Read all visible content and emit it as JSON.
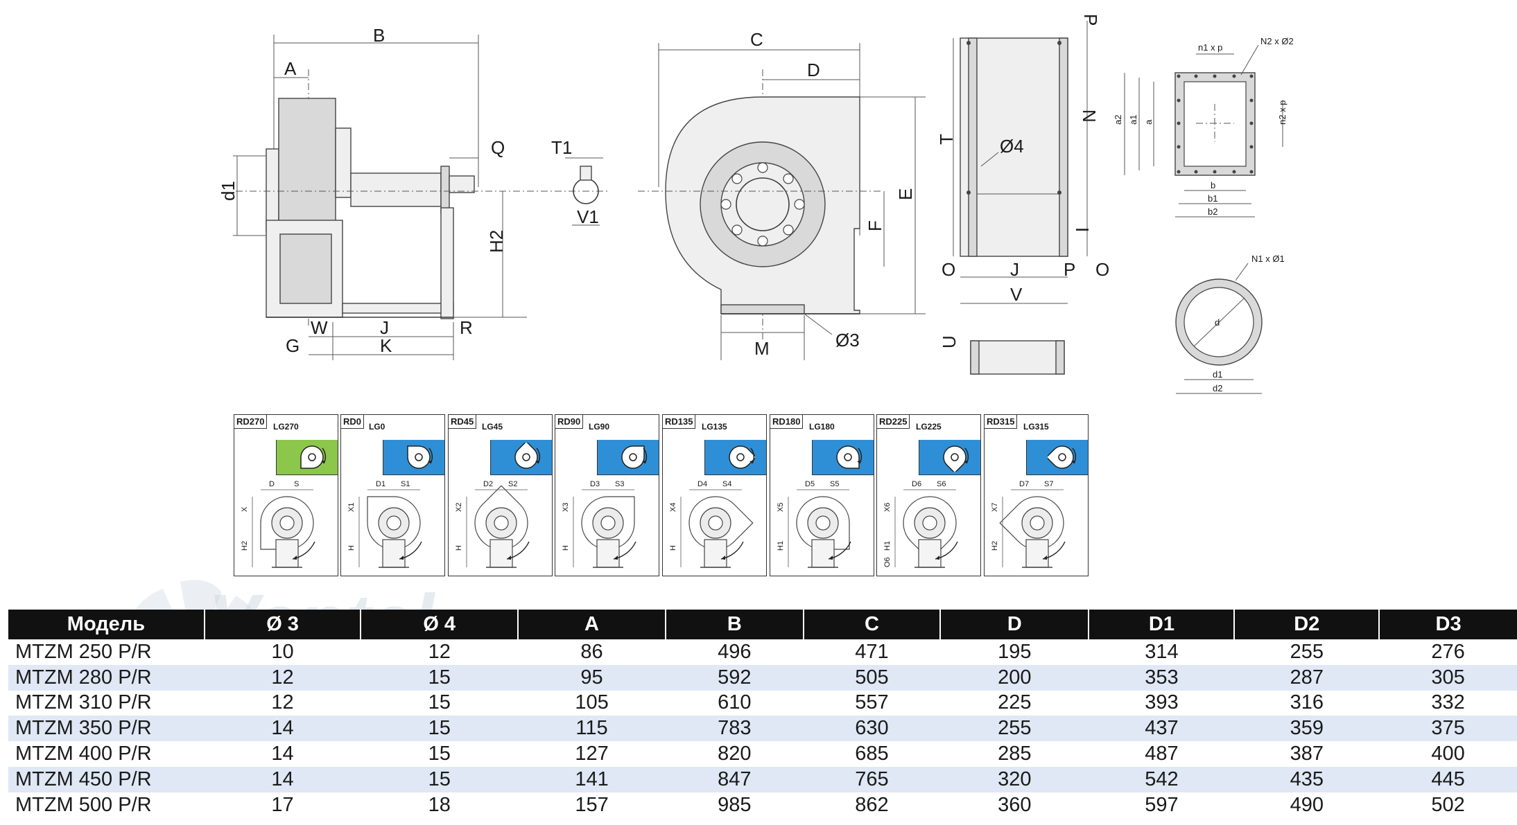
{
  "drawing_labels": {
    "side_view": [
      "B",
      "A",
      "Q",
      "T1",
      "d1",
      "H2",
      "V1",
      "W",
      "J",
      "R",
      "G",
      "K"
    ],
    "front_view": [
      "C",
      "D",
      "E",
      "F",
      "M",
      "Ø3"
    ],
    "frame_view": [
      "P",
      "N",
      "T",
      "Ø4",
      "I",
      "O",
      "J",
      "P",
      "O",
      "V",
      "U"
    ],
    "flange_rect": [
      "n1 x p",
      "N2 x Ø2",
      "a2",
      "a1",
      "a",
      "n2 x p",
      "b",
      "b1",
      "b2"
    ],
    "flange_round": [
      "N1 x Ø1",
      "d",
      "d1",
      "d2"
    ]
  },
  "variants": [
    {
      "rd": "RD270",
      "lg": "LG270",
      "color": "#8cc64b",
      "dims": [
        "D",
        "S",
        "X",
        "H2"
      ]
    },
    {
      "rd": "RD0",
      "lg": "LG0",
      "color": "#2e8fd6",
      "dims": [
        "D1",
        "S1",
        "X1",
        "H"
      ]
    },
    {
      "rd": "RD45",
      "lg": "LG45",
      "color": "#2e8fd6",
      "dims": [
        "D2",
        "S2",
        "X2",
        "H"
      ]
    },
    {
      "rd": "RD90",
      "lg": "LG90",
      "color": "#2e8fd6",
      "dims": [
        "D3",
        "S3",
        "X3",
        "H"
      ]
    },
    {
      "rd": "RD135",
      "lg": "LG135",
      "color": "#2e8fd6",
      "dims": [
        "D4",
        "S4",
        "X4",
        "H"
      ]
    },
    {
      "rd": "RD180",
      "lg": "LG180",
      "color": "#2e8fd6",
      "dims": [
        "D5",
        "S5",
        "X5",
        "H1"
      ]
    },
    {
      "rd": "RD225",
      "lg": "LG225",
      "color": "#2e8fd6",
      "dims": [
        "D6",
        "S6",
        "X6",
        "H1",
        "O6"
      ]
    },
    {
      "rd": "RD315",
      "lg": "LG315",
      "color": "#2e8fd6",
      "dims": [
        "D7",
        "S7",
        "X7",
        "H2"
      ]
    }
  ],
  "table": {
    "headers": [
      "Модель",
      "Ø 3",
      "Ø 4",
      "A",
      "B",
      "C",
      "D",
      "D1",
      "D2",
      "D3"
    ],
    "rows": [
      [
        "MTZM 250 P/R",
        "10",
        "12",
        "86",
        "496",
        "471",
        "195",
        "314",
        "255",
        "276"
      ],
      [
        "MTZM 280 P/R",
        "12",
        "15",
        "95",
        "592",
        "505",
        "200",
        "353",
        "287",
        "305"
      ],
      [
        "MTZM 310 P/R",
        "12",
        "15",
        "105",
        "610",
        "557",
        "225",
        "393",
        "316",
        "332"
      ],
      [
        "MTZM 350 P/R",
        "14",
        "15",
        "115",
        "783",
        "630",
        "255",
        "437",
        "359",
        "375"
      ],
      [
        "MTZM 400 P/R",
        "14",
        "15",
        "127",
        "820",
        "685",
        "285",
        "487",
        "387",
        "400"
      ],
      [
        "MTZM 450 P/R",
        "14",
        "15",
        "141",
        "847",
        "765",
        "320",
        "542",
        "435",
        "445"
      ],
      [
        "MTZM 500 P/R",
        "17",
        "18",
        "157",
        "985",
        "862",
        "360",
        "597",
        "490",
        "502"
      ]
    ]
  },
  "watermark": {
    "text": "Ventel",
    "icon": "fan-logo-icon",
    "color": "#c8d3df"
  }
}
